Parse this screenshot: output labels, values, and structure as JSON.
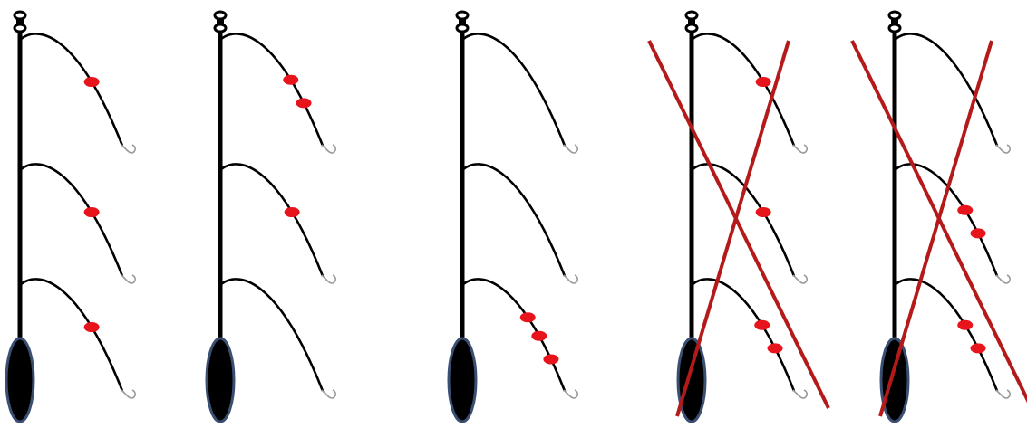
{
  "diagram": {
    "rigs": [
      {
        "id": "rig-1",
        "beads_per_snood": [
          1,
          1,
          1
        ],
        "crossed_out": false
      },
      {
        "id": "rig-2",
        "beads_per_snood": [
          2,
          1,
          0
        ],
        "crossed_out": false
      },
      {
        "id": "rig-3",
        "beads_per_snood": [
          0,
          0,
          3
        ],
        "crossed_out": false
      },
      {
        "id": "rig-4",
        "beads_per_snood": [
          1,
          1,
          2
        ],
        "crossed_out": true
      },
      {
        "id": "rig-5",
        "beads_per_snood": [
          0,
          2,
          2
        ],
        "crossed_out": true
      }
    ],
    "colors": {
      "line": "#000000",
      "bead": "#e8141c",
      "sinker": "#000000",
      "sinker_outline": "#3b4f73",
      "hook": "#9a9a9a",
      "cross": "#b51a1a"
    }
  }
}
